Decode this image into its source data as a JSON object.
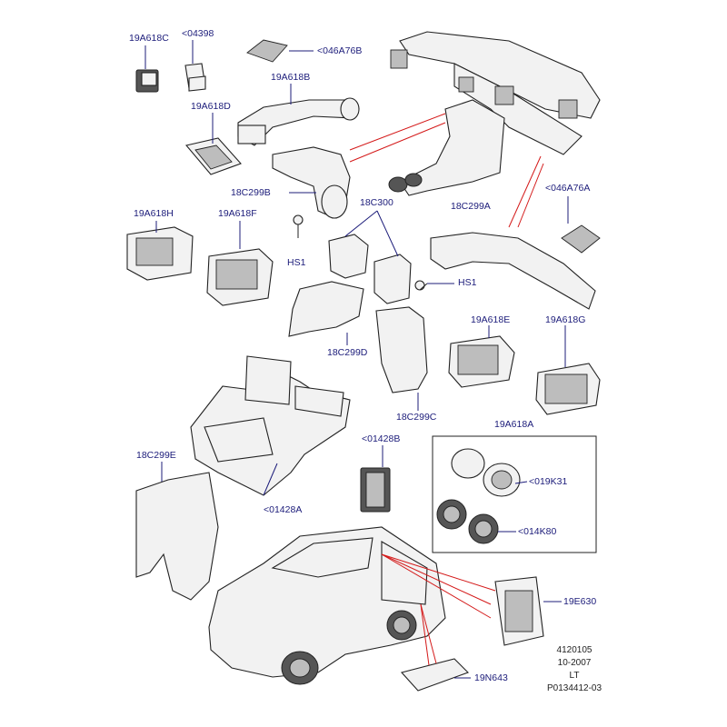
{
  "labels": {
    "l19A618C": "19A618C",
    "l04398": "<04398",
    "l046A76B": "<046A76B",
    "l19A618B": "19A618B",
    "l19A618D": "19A618D",
    "l18C299B": "18C299B",
    "l18C300": "18C300",
    "l18C299A": "18C299A",
    "l046A76A": "<046A76A",
    "l19A618H": "19A618H",
    "l19A618F": "19A618F",
    "lHS1a": "HS1",
    "lHS1b": "HS1",
    "l18C299D": "18C299D",
    "l19A618E": "19A618E",
    "l19A618G": "19A618G",
    "l18C299C": "18C299C",
    "l19A618A": "19A618A",
    "l01428B": "<01428B",
    "l019K31": "<019K31",
    "l014K80": "<014K80",
    "l18C299E": "18C299E",
    "l01428A": "<01428A",
    "l19E630": "19E630",
    "l19N643": "19N643"
  },
  "reference": {
    "line1": "4120105",
    "line2": "10-2007",
    "line3": "LT",
    "line4": "P0134412-03"
  },
  "colors": {
    "label": "#1c1c7a",
    "callout_red": "#d41a1a",
    "outline": "#222222"
  }
}
